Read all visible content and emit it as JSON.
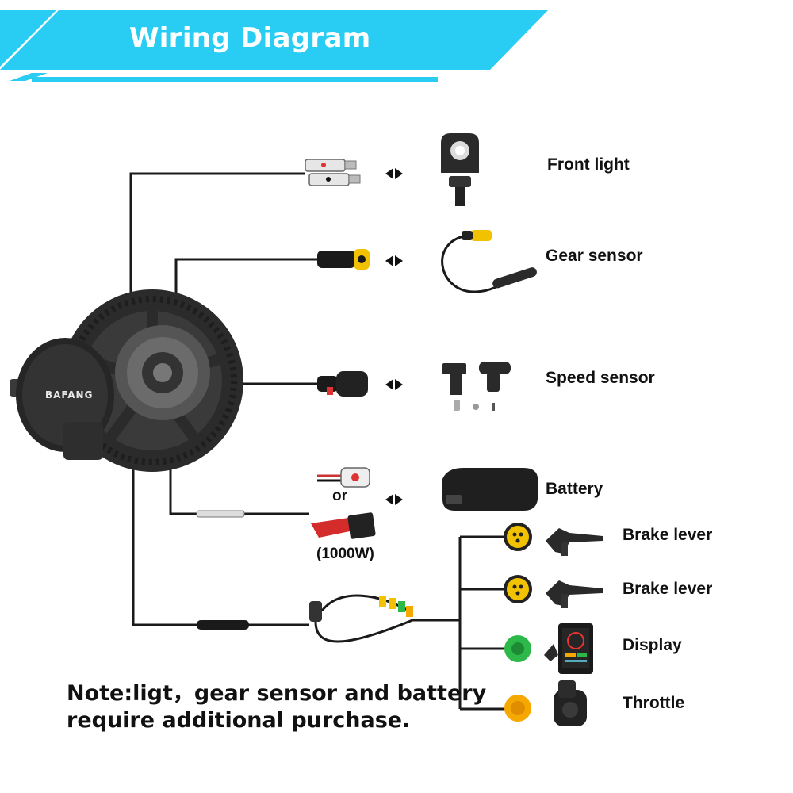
{
  "header": {
    "title": "Wiring Diagram",
    "banner_color": "#29CDF3"
  },
  "motor": {
    "brand": "BAFANG"
  },
  "components": {
    "front_light": "Front light",
    "gear_sensor": "Gear sensor",
    "speed_sensor": "Speed sensor",
    "battery": "Battery",
    "brake_lever_1": "Brake lever",
    "brake_lever_2": "Brake lever",
    "display": "Display",
    "throttle": "Throttle"
  },
  "battery_options": {
    "or": "or",
    "variant": "(1000W)"
  },
  "connector_colors": {
    "brake": "#F2C200",
    "display": "#2DB84A",
    "throttle": "#F5A800"
  },
  "note": {
    "line1": "Note:ligt，gear sensor and battery",
    "line2": "require additional purchase."
  }
}
